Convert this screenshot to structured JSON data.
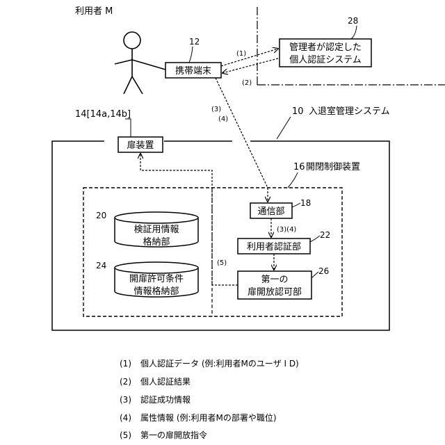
{
  "user": {
    "label": "利用者 M"
  },
  "terminal": {
    "ref": "12",
    "label": "携帯端末"
  },
  "auth_system": {
    "ref": "28",
    "line1": "管理者が認定した",
    "line2": "個人認証システム"
  },
  "arrows": {
    "a1": "(1)",
    "a2": "(2)",
    "a3": "(3)",
    "a4": "(4)",
    "a34": "(3)(4)",
    "a5": "(5)"
  },
  "access_system": {
    "ref": "10",
    "label": "入退室管理システム"
  },
  "door": {
    "ref": "14[14a,14b]",
    "label": "扉装置"
  },
  "controller": {
    "ref": "16",
    "label": "開閉制御装置"
  },
  "comm": {
    "ref": "18",
    "label": "通信部"
  },
  "verify_store": {
    "ref": "20",
    "line1": "検証用情報",
    "line2": "格納部"
  },
  "user_auth": {
    "ref": "22",
    "label": "利用者認証部"
  },
  "permit_store": {
    "ref": "24",
    "line1": "開扉許可条件",
    "line2": "情報格納部"
  },
  "first_permit": {
    "ref": "26",
    "line1": "第一の",
    "line2": "扉開放認可部"
  },
  "legend": [
    {
      "num": "(1)",
      "text": "個人認証データ (例:利用者Mのユーザ I D)"
    },
    {
      "num": "(2)",
      "text": "個人認証結果"
    },
    {
      "num": "(3)",
      "text": "認証成功情報"
    },
    {
      "num": "(4)",
      "text": "属性情報 (例:利用者Mの部署や職位)"
    },
    {
      "num": "(5)",
      "text": "第一の扉開放指令"
    }
  ]
}
